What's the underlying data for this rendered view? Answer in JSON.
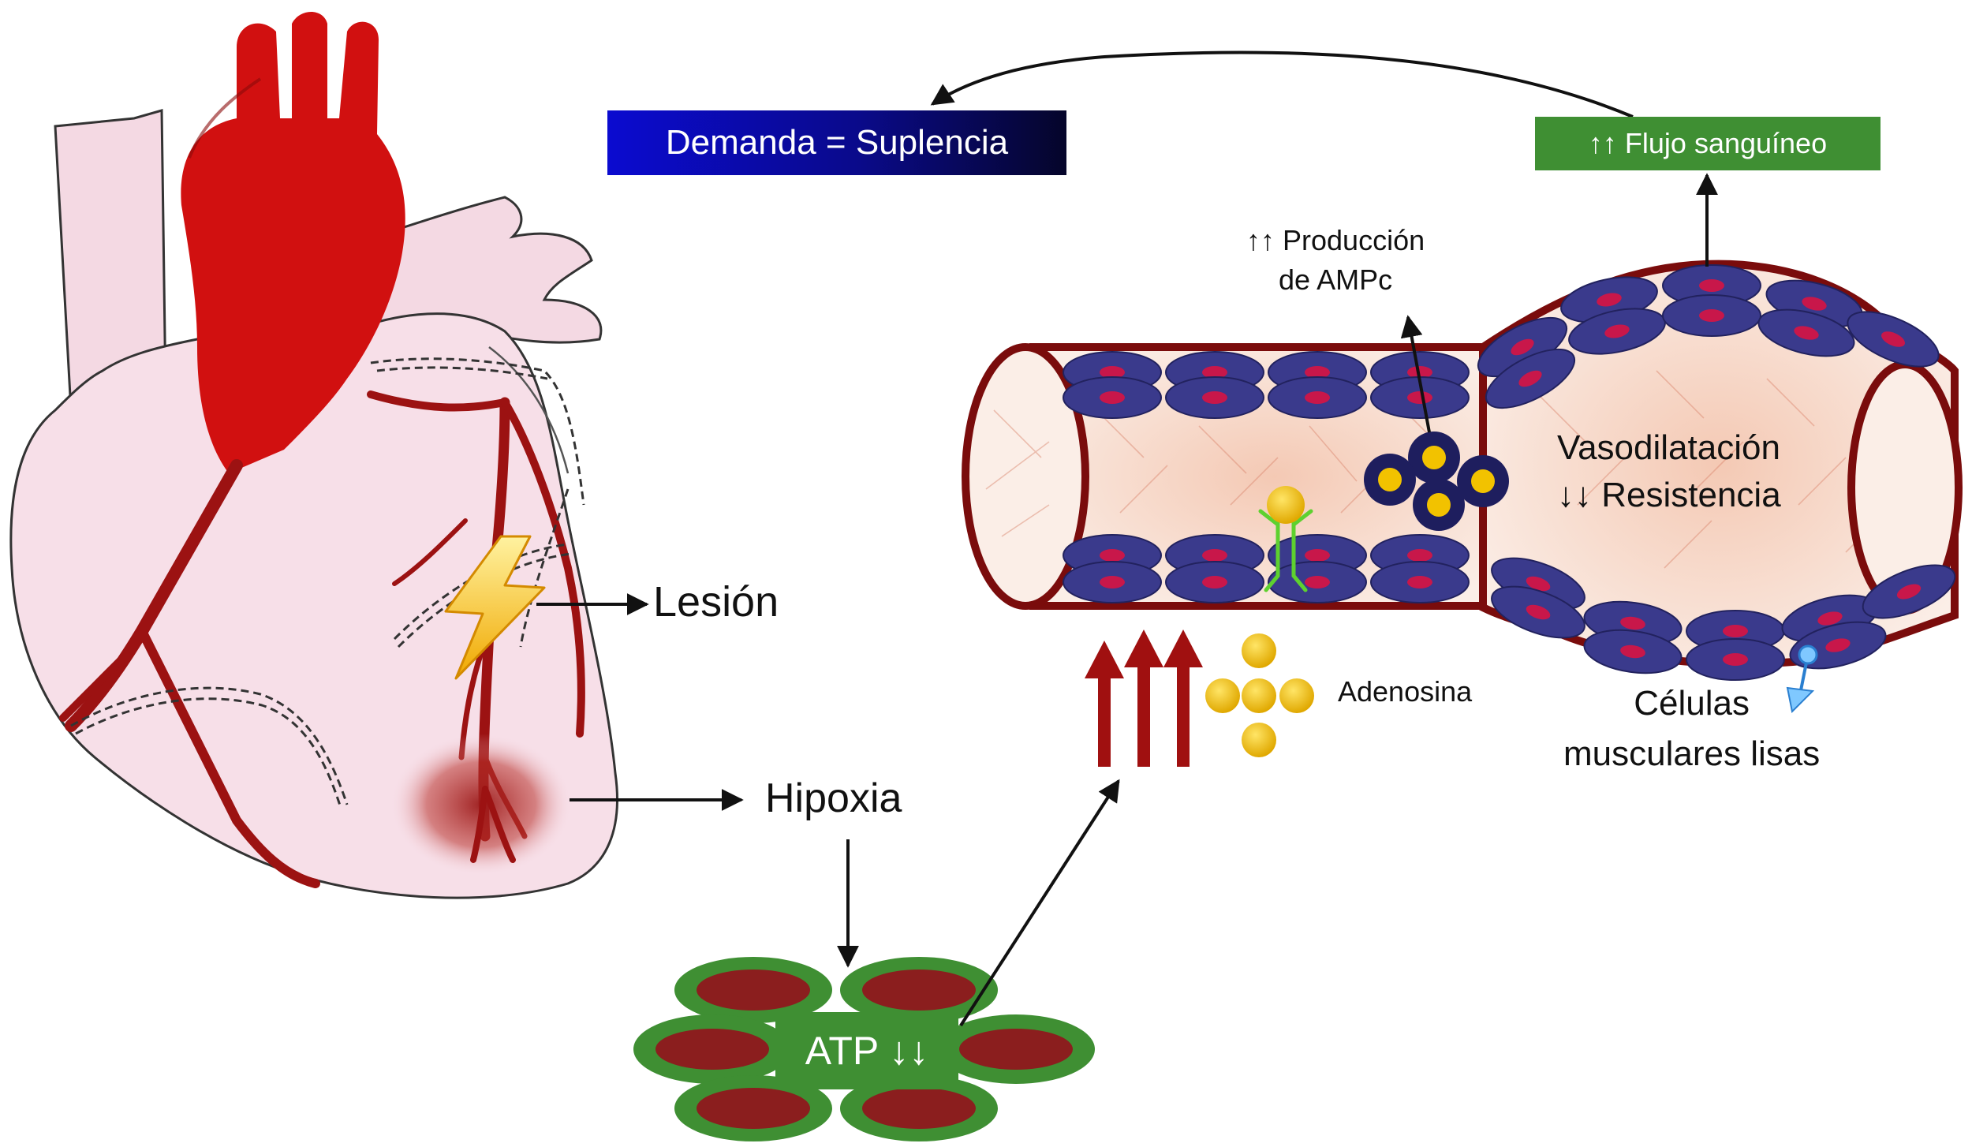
{
  "boxes": {
    "demand": "Demanda = Suplencia",
    "blood_flow": "↑↑ Flujo sanguíneo",
    "atp": "ATP ↓↓"
  },
  "labels": {
    "lesion": "Lesión",
    "hypoxia": "Hipoxia",
    "adenosine": "Adenosina",
    "ampc_line1": "↑↑ Producción",
    "ampc_line2": "de AMPc",
    "vasodilation": "Vasodilatación",
    "resistance": "↓↓ Resistencia",
    "smooth_muscle_line1": "Células",
    "smooth_muscle_line2": "musculares lisas"
  },
  "colors": {
    "heart_muscle": "#f7dfe8",
    "artery_red": "#d11010",
    "coronary_dark_red": "#9c1212",
    "vessel_wall": "#7a0c0c",
    "endothelial_cell": "#3a3a8c",
    "cell_nucleus": "#c8174a",
    "atp_green": "#3f8f33",
    "adenosine_yellow": "#f2c200",
    "arrow_red": "#a01010",
    "demand_blue": "#0b0bd0"
  },
  "icons": {
    "lesion": "lightning-bolt-icon",
    "adenosine": "molecule-cluster-icon",
    "receptor": "receptor-icon"
  }
}
